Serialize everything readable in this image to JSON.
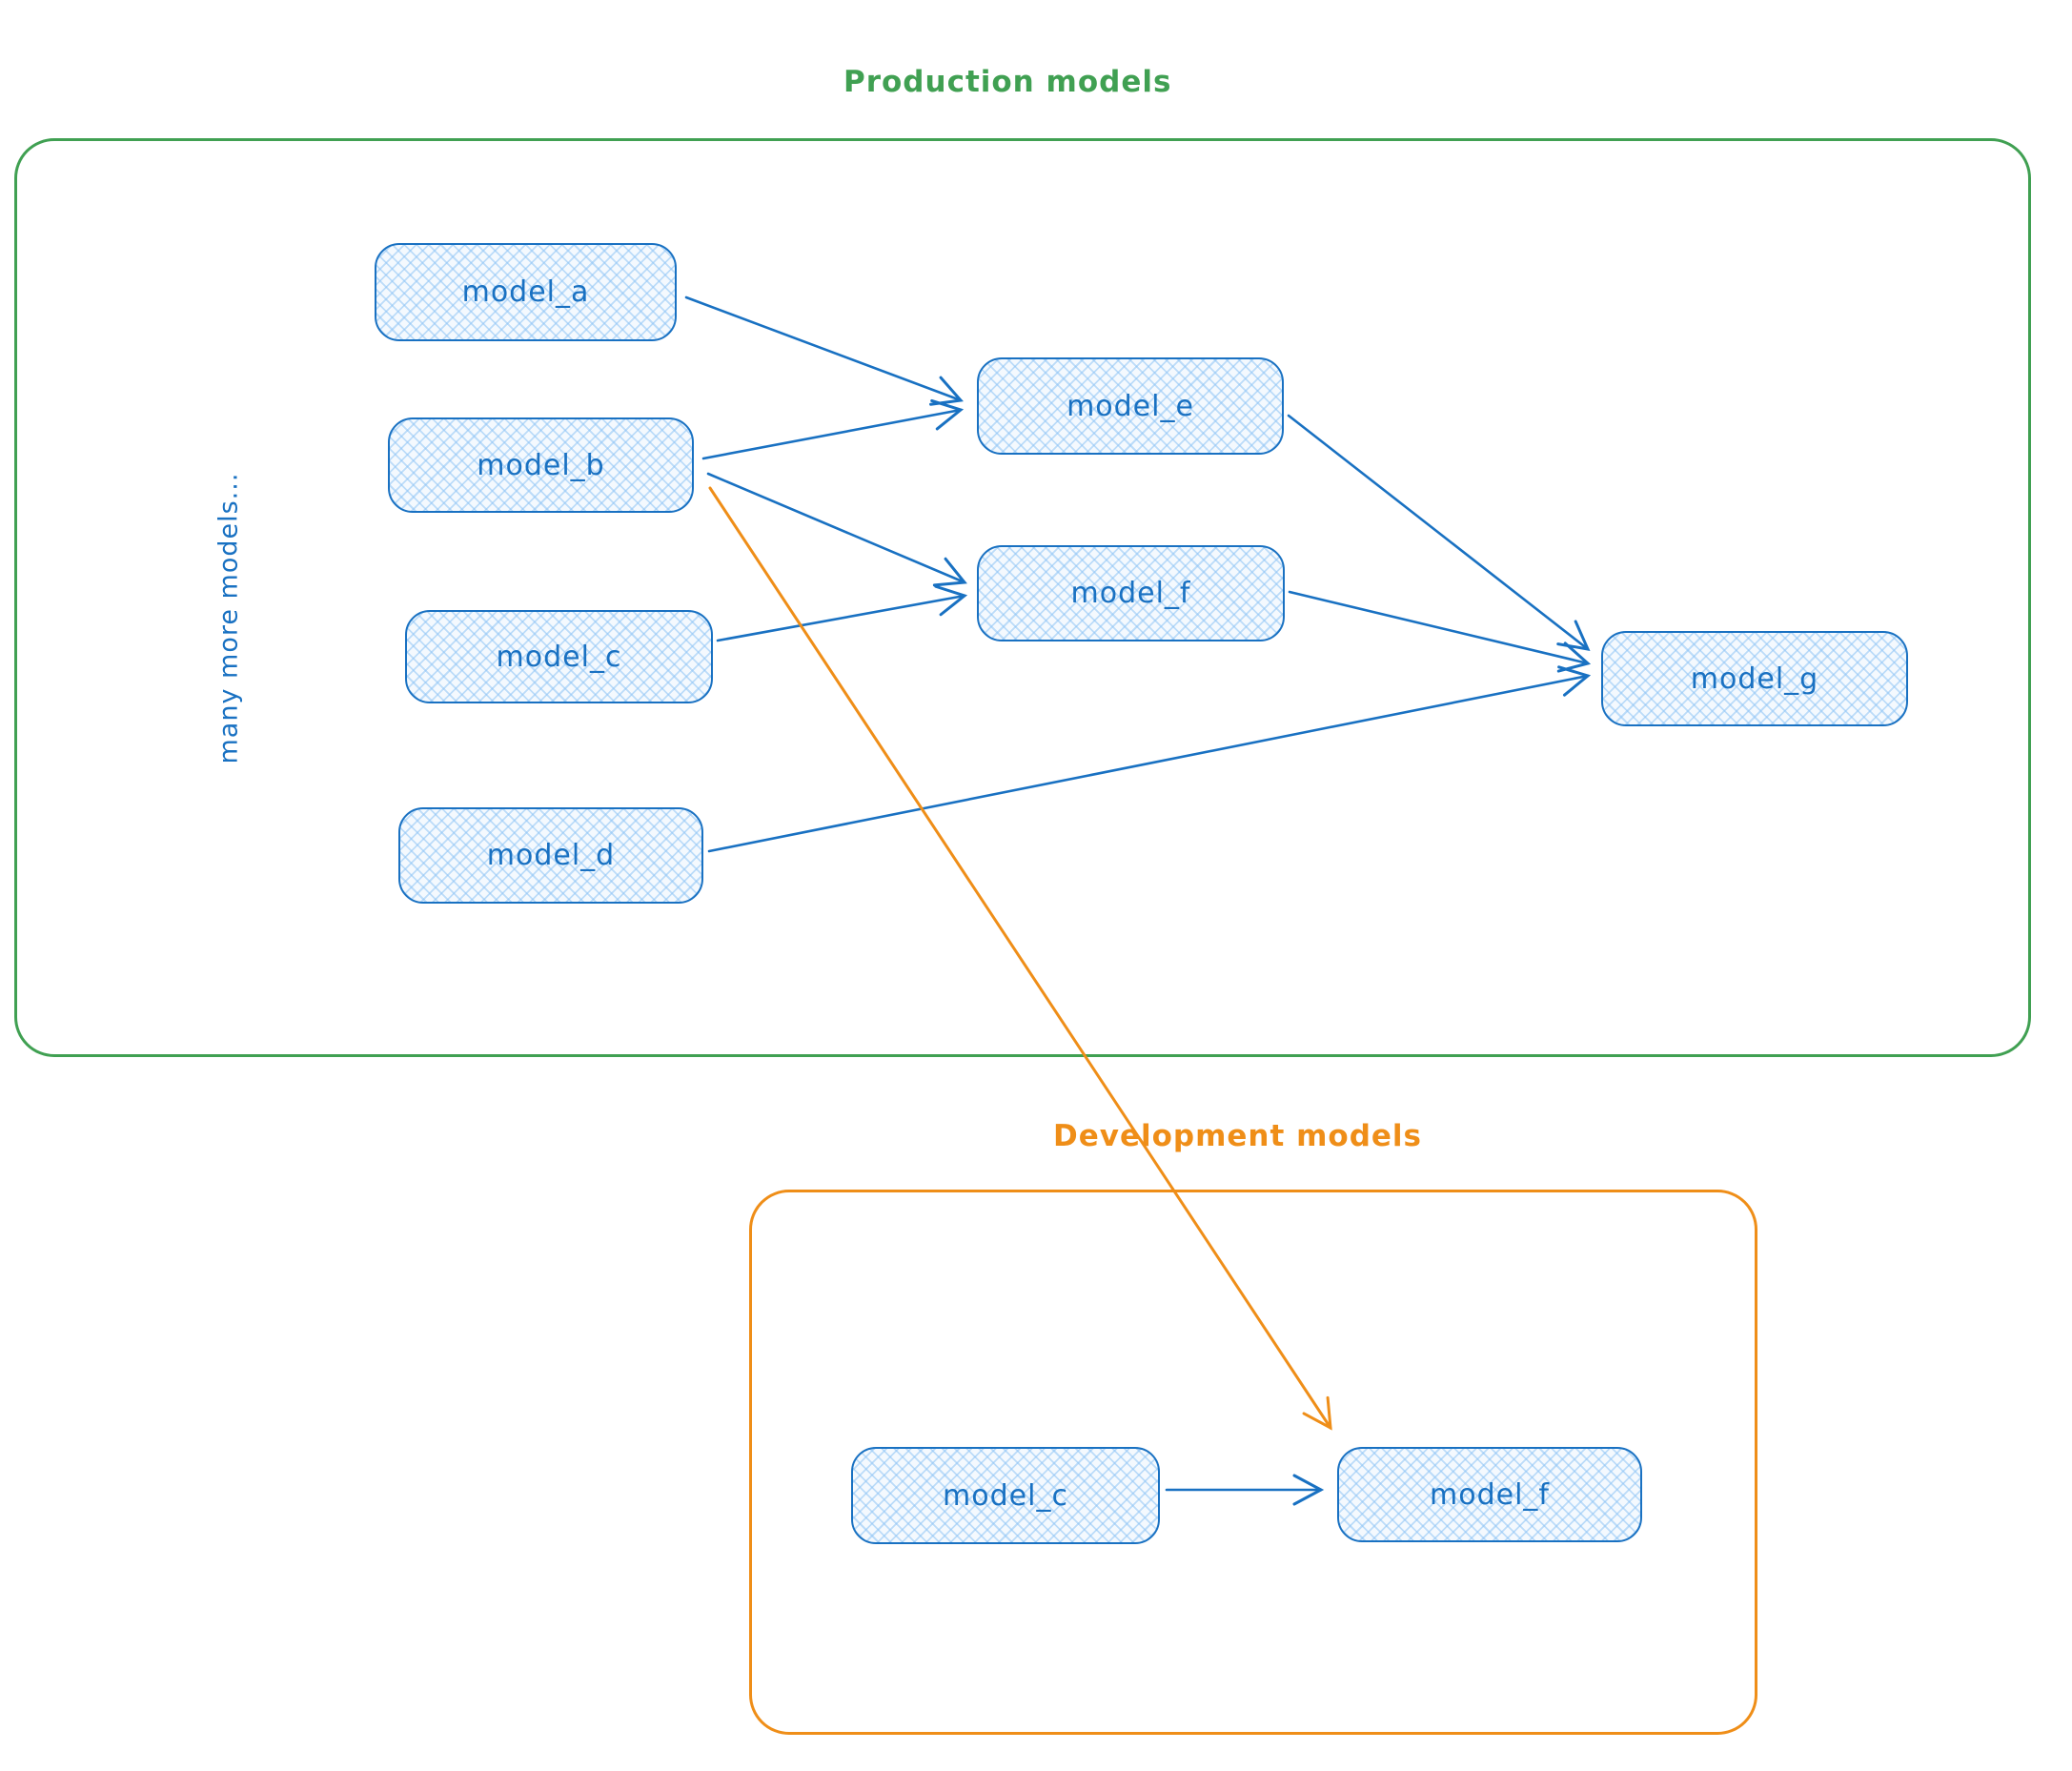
{
  "diagram": {
    "groups": [
      {
        "id": "production",
        "title": "Production models",
        "border_color": "#40a052"
      },
      {
        "id": "development",
        "title": "Development models",
        "border_color": "#ef8e18"
      }
    ],
    "side_note": "many more models...",
    "nodes": [
      {
        "id": "model_a",
        "label": "model_a",
        "group": "production"
      },
      {
        "id": "model_b",
        "label": "model_b",
        "group": "production"
      },
      {
        "id": "model_c",
        "label": "model_c",
        "group": "production"
      },
      {
        "id": "model_d",
        "label": "model_d",
        "group": "production"
      },
      {
        "id": "model_e",
        "label": "model_e",
        "group": "production"
      },
      {
        "id": "model_f",
        "label": "model_f",
        "group": "production"
      },
      {
        "id": "model_g",
        "label": "model_g",
        "group": "production"
      },
      {
        "id": "dev_model_c",
        "label": "model_c",
        "group": "development"
      },
      {
        "id": "dev_model_f",
        "label": "model_f",
        "group": "development"
      }
    ],
    "edges": [
      {
        "from": "model_a",
        "to": "model_e",
        "color": "#1971c2"
      },
      {
        "from": "model_b",
        "to": "model_e",
        "color": "#1971c2"
      },
      {
        "from": "model_b",
        "to": "model_f",
        "color": "#1971c2"
      },
      {
        "from": "model_c",
        "to": "model_f",
        "color": "#1971c2"
      },
      {
        "from": "model_e",
        "to": "model_g",
        "color": "#1971c2"
      },
      {
        "from": "model_f",
        "to": "model_g",
        "color": "#1971c2"
      },
      {
        "from": "model_d",
        "to": "model_g",
        "color": "#1971c2"
      },
      {
        "from": "model_b",
        "to": "dev_model_f",
        "color": "#ef8e18"
      },
      {
        "from": "dev_model_c",
        "to": "dev_model_f",
        "color": "#1971c2"
      }
    ],
    "colors": {
      "node_stroke": "#1971c2",
      "node_fill_hatch": "#8ec4f5",
      "production_border": "#40a052",
      "development_border": "#ef8e18"
    }
  }
}
